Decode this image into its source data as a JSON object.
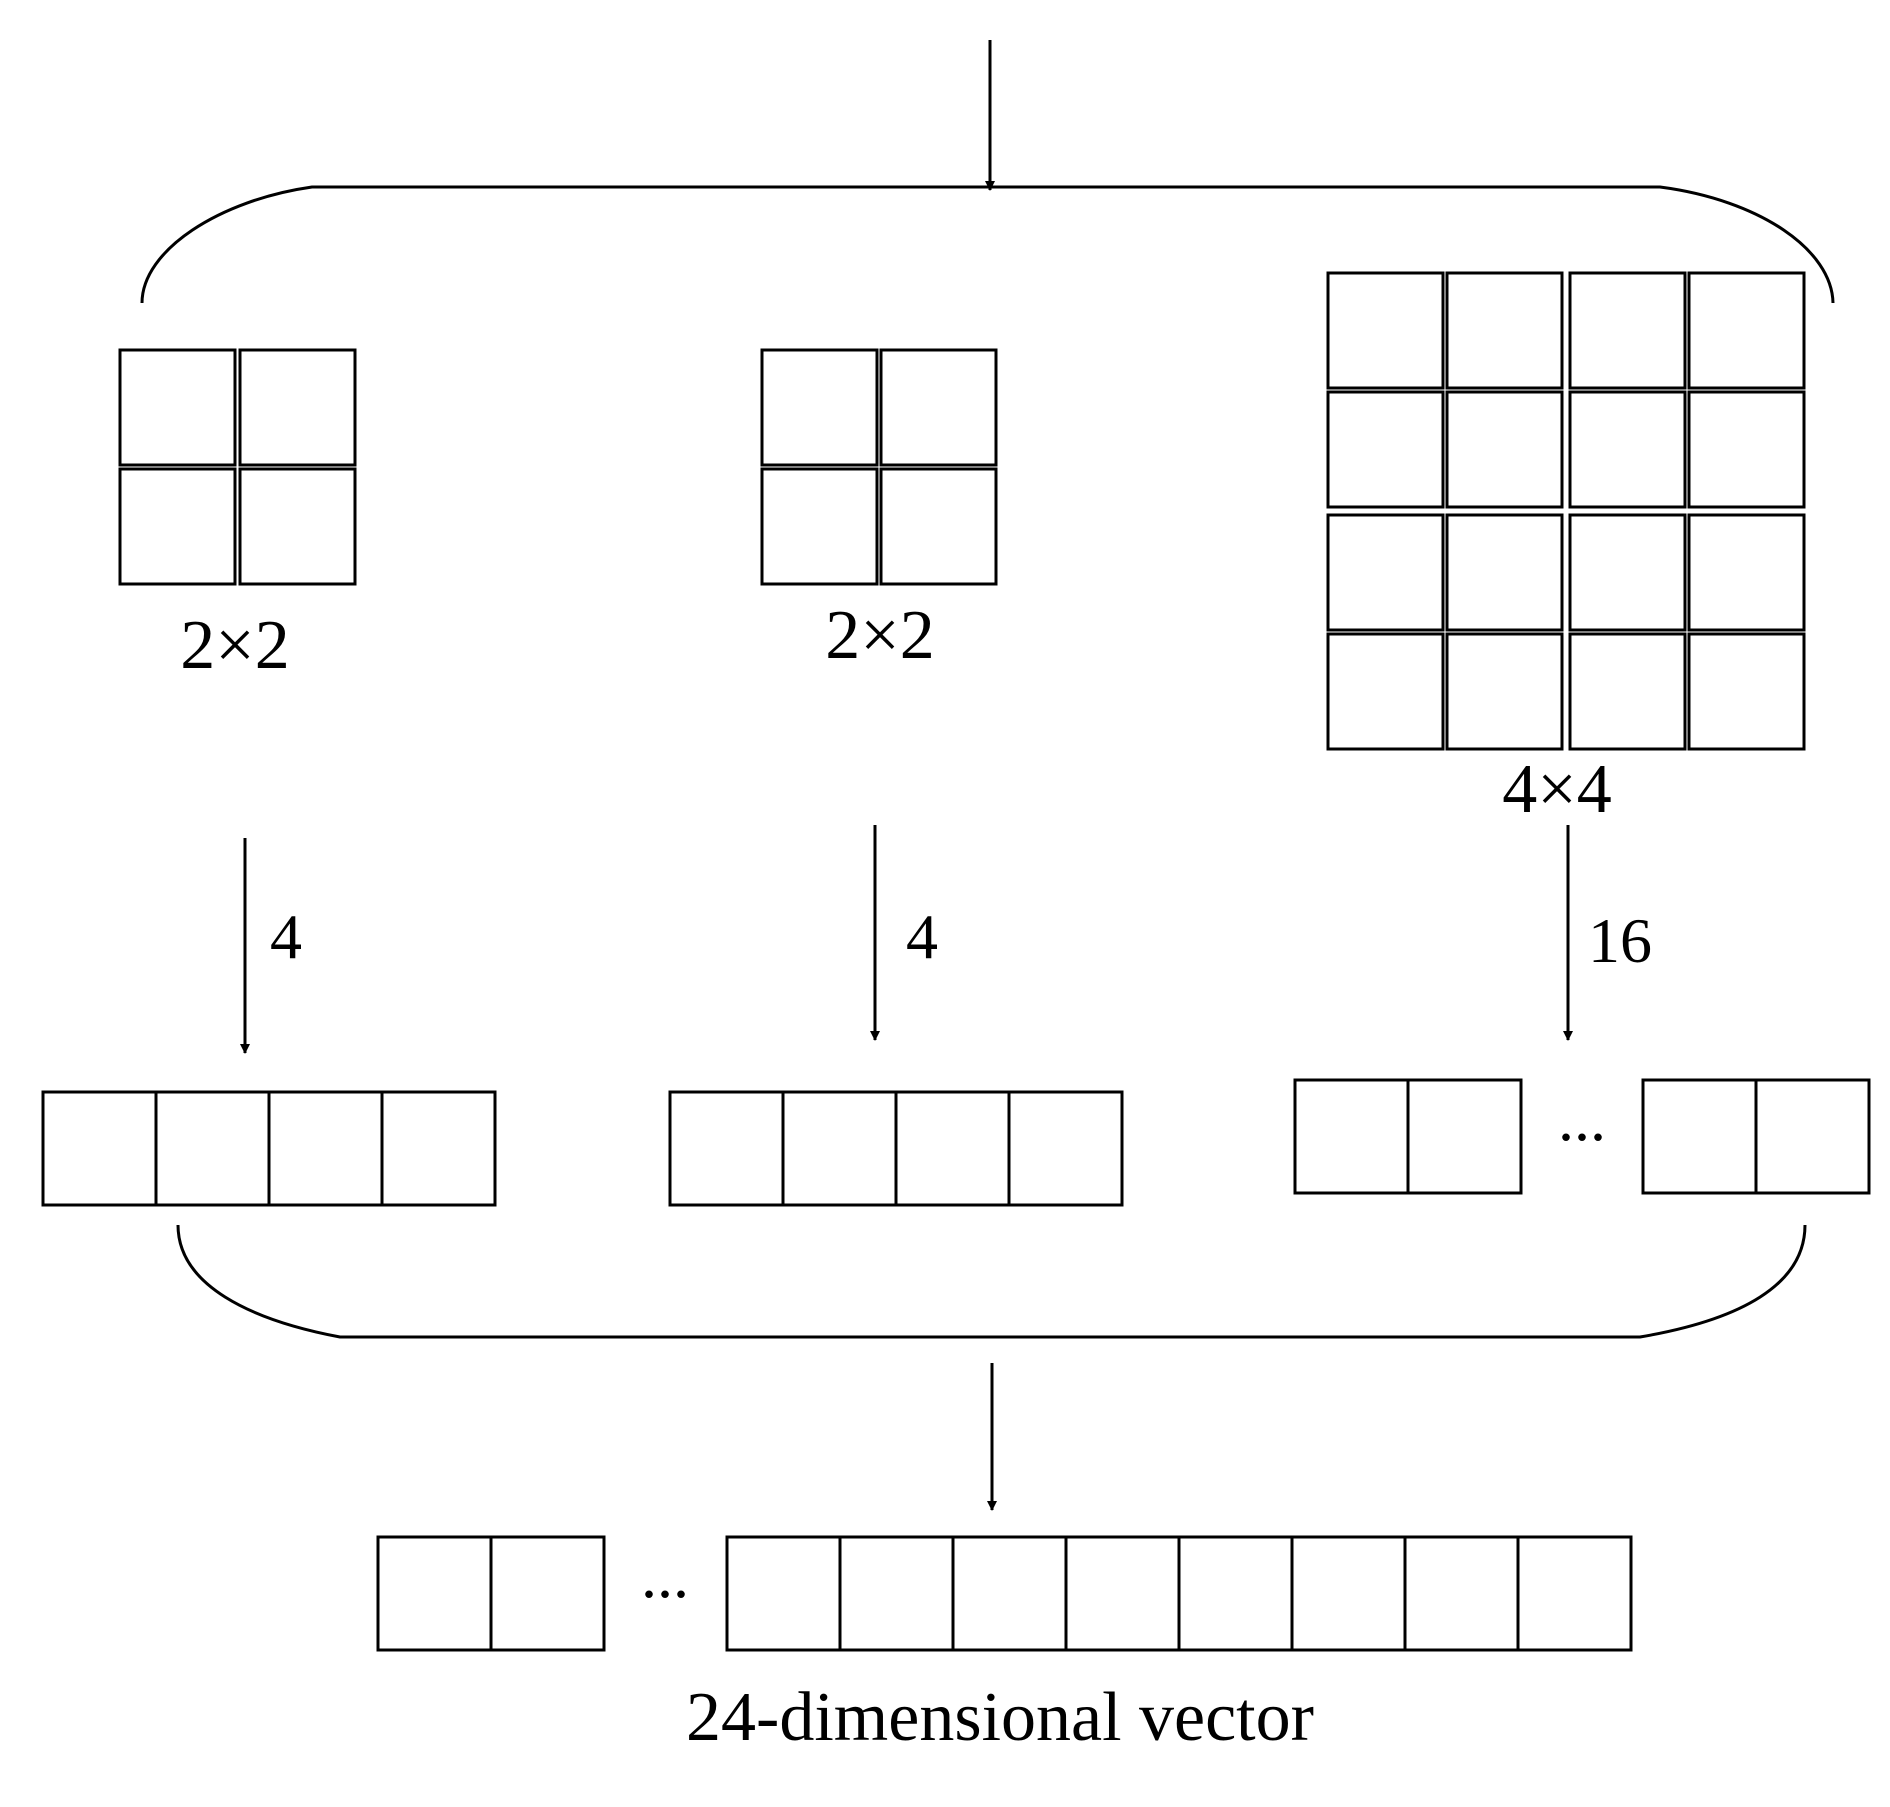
{
  "grids": [
    {
      "label": "2×2",
      "rows": 2,
      "cols": 2
    },
    {
      "label": "2×2",
      "rows": 2,
      "cols": 2
    },
    {
      "label": "4×4",
      "rows": 4,
      "cols": 4
    }
  ],
  "counts": [
    "4",
    "4",
    "16"
  ],
  "ellipsis": "...",
  "output_label": "24-dimensional vector"
}
